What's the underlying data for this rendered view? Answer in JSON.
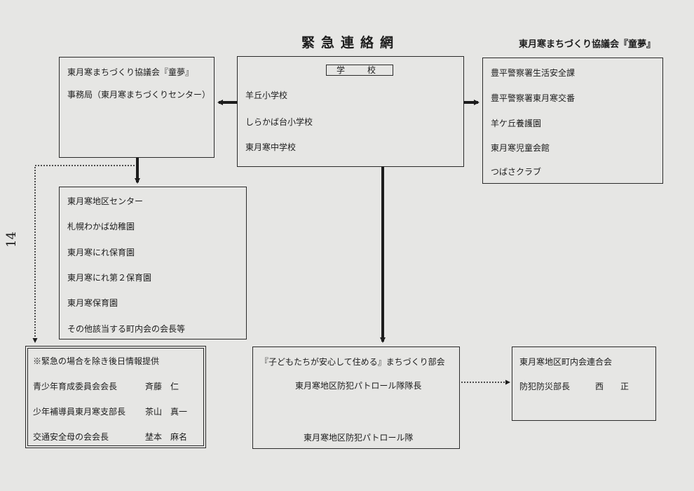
{
  "header": {
    "title": "緊急連絡網",
    "organization": "東月寒まちづくり協議会『童夢』",
    "page_number": "14"
  },
  "secretariat": {
    "line1": "東月寒まちづくり協議会『童夢』",
    "line2": "事務局（東月寒まちづくりセンター）"
  },
  "schools": {
    "label": "学　校",
    "items": [
      "羊丘小学校",
      "しらかば台小学校",
      "東月寒中学校"
    ]
  },
  "police": {
    "items": [
      "豊平警察署生活安全課",
      "豊平警察署東月寒交番",
      "羊ケ丘養護園",
      "東月寒児童会館",
      "つばさクラブ"
    ]
  },
  "district": {
    "items": [
      "東月寒地区センター",
      "札幌わかば幼稚園",
      "東月寒にれ保育園",
      "東月寒にれ第２保育園",
      "東月寒保育園",
      "その他該当する町内会の会長等"
    ]
  },
  "later_info": {
    "title": "※緊急の場合を除き後日情報提供",
    "rows": [
      {
        "role": "青少年育成委員会会長",
        "name": "斉藤　仁"
      },
      {
        "role": "少年補導員東月寒支部長",
        "name": "茶山　真一"
      },
      {
        "role": "交通安全母の会会長",
        "name": "埜本　麻名"
      }
    ]
  },
  "community": {
    "title": "『子どもたちが安心して住める』まちづくり部会",
    "line1": "東月寒地区防犯パトロール隊隊長",
    "line2": "東月寒地区防犯パトロール隊"
  },
  "federation": {
    "title": "東月寒地区町内会連合会",
    "role": "防犯防災部長",
    "name": "西　　正"
  }
}
